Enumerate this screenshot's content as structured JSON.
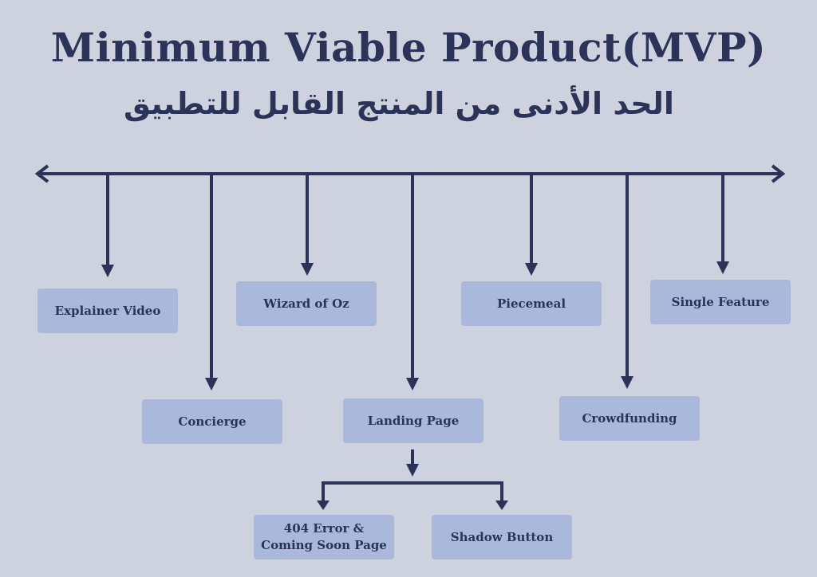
{
  "title": "Minimum Viable Product(MVP)",
  "subtitle": "الحد الأدنى من المنتج القابل للتطبيق",
  "colors": {
    "background": "#cdd2de",
    "box": "#aab8dc",
    "line": "#2b3358"
  },
  "nodes": {
    "explainer_video": "Explainer Video",
    "concierge": "Concierge",
    "wizard_of_oz": "Wizard of Oz",
    "landing_page": "Landing Page",
    "piecemeal": "Piecemeal",
    "crowdfunding": "Crowdfunding",
    "single_feature": "Single Feature",
    "error_404_line1": "404 Error &",
    "error_404_line2": "Coming Soon Page",
    "shadow_button": "Shadow Button"
  }
}
